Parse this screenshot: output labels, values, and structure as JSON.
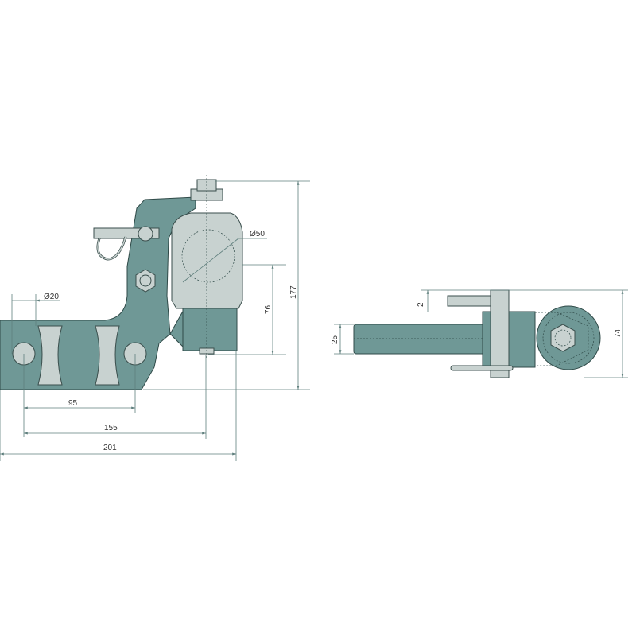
{
  "title": "Trailer hitch ball coupling technical drawing",
  "colors": {
    "body": "#6f9896",
    "light_parts": "#c8d2d0",
    "dimension_lines": "#5f7f7d"
  },
  "side_view": {
    "dimensions": {
      "ball_diameter": "Ø50",
      "total_height": "177",
      "ball_height": "76",
      "hole_diameter": "Ø20",
      "hole_spacing": "95",
      "ball_offset": "155",
      "total_length": "201"
    }
  },
  "top_view": {
    "dimensions": {
      "offset": "2",
      "shank_width": "25",
      "total_width": "74"
    }
  }
}
